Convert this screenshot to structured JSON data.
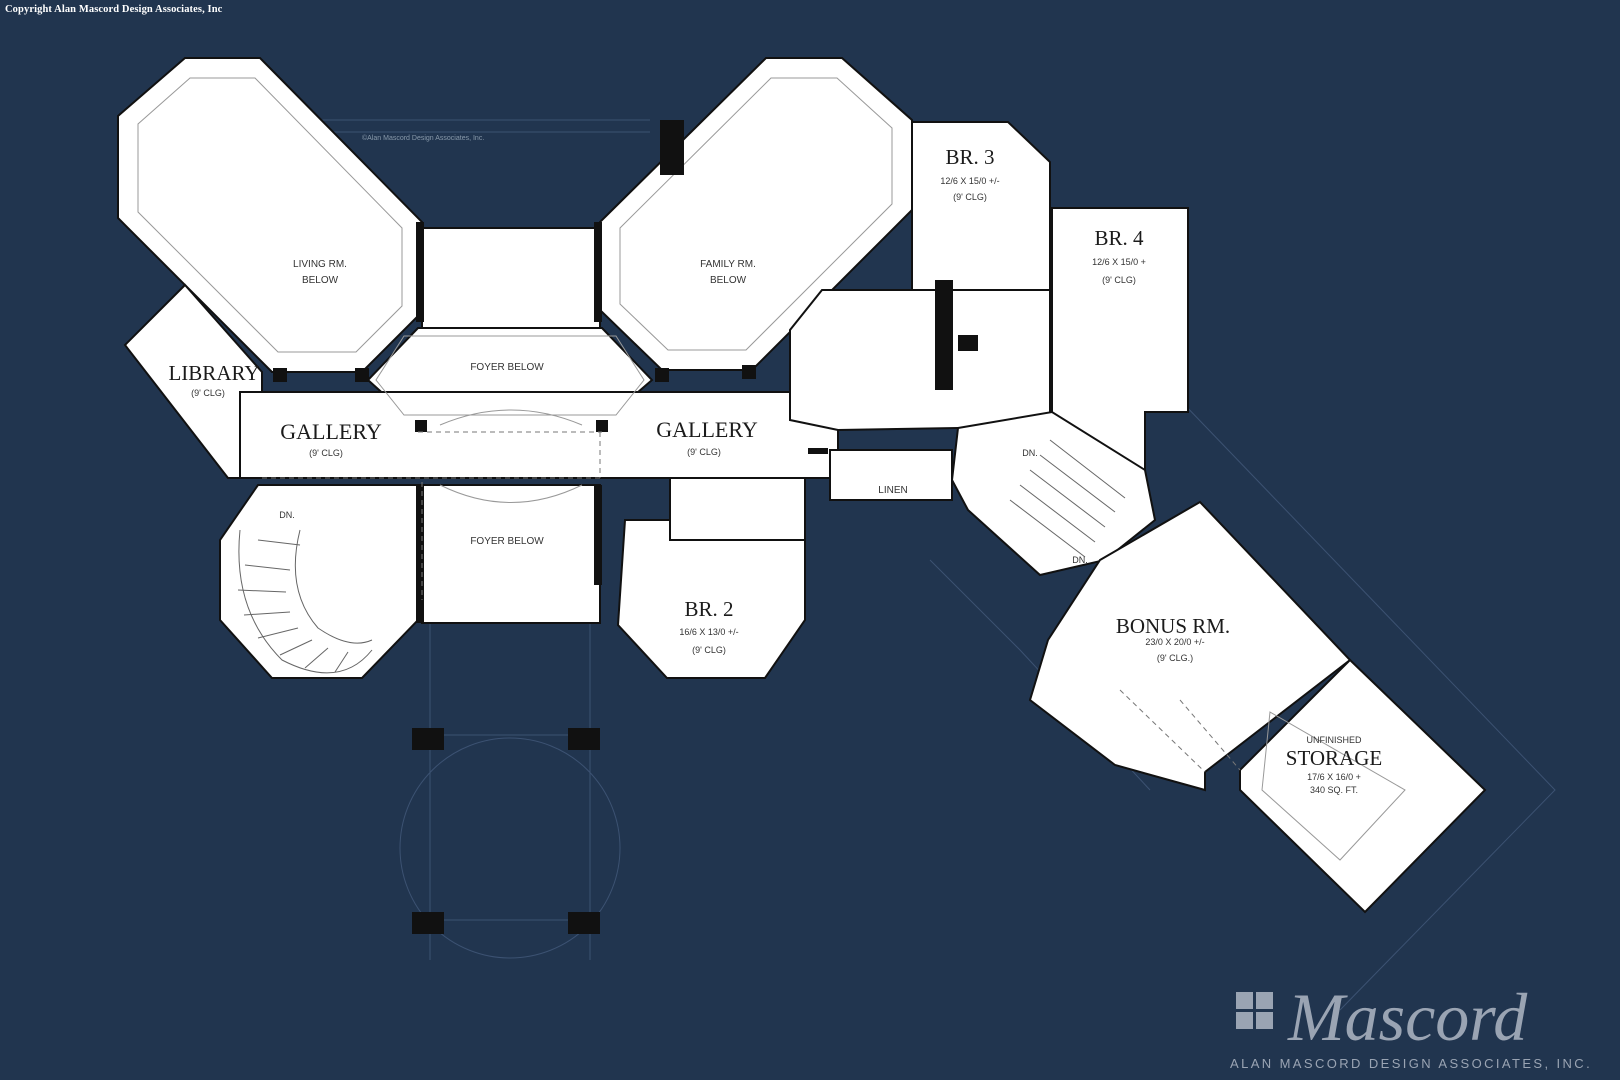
{
  "copyright": "Copyright Alan Mascord Design Associates, Inc",
  "watermark": "©Alan Mascord Design Associates, Inc.",
  "colors": {
    "background": "#21354f",
    "floor": "#ffffff",
    "wall": "#111111",
    "logo": "#9aa4b3"
  },
  "rooms": {
    "living_below": {
      "l1": "LIVING RM.",
      "l2": "BELOW"
    },
    "family_below": {
      "l1": "FAMILY RM.",
      "l2": "BELOW"
    },
    "foyer_below_top": "FOYER BELOW",
    "foyer_below_bottom": "FOYER BELOW",
    "library": {
      "name": "LIBRARY",
      "clg": "(9' CLG)"
    },
    "gallery_left": {
      "name": "GALLERY",
      "clg": "(9' CLG)"
    },
    "gallery_right": {
      "name": "GALLERY",
      "clg": "(9' CLG)"
    },
    "br3": {
      "name": "BR. 3",
      "dim": "12/6 X 15/0 +/-",
      "clg": "(9' CLG)"
    },
    "br4": {
      "name": "BR. 4",
      "dim": "12/6 X 15/0 +",
      "clg": "(9' CLG)"
    },
    "br2": {
      "name": "BR. 2",
      "dim": "16/6 X 13/0 +/-",
      "clg": "(9' CLG)"
    },
    "linen": "LINEN",
    "bonus": {
      "name": "BONUS RM.",
      "dim": "23/0 X 20/0 +/-",
      "clg": "(9' CLG.)"
    },
    "storage": {
      "pre": "UNFINISHED",
      "name": "STORAGE",
      "dim": "17/6 X 16/0 +",
      "area": "340 SQ. FT."
    },
    "dn_stair_spiral": "DN.",
    "dn_stair_right": "DN.",
    "dn_stair_bonus": "DN."
  },
  "logo": {
    "word": "Mascord",
    "sub": "ALAN MASCORD DESIGN ASSOCIATES, INC."
  }
}
